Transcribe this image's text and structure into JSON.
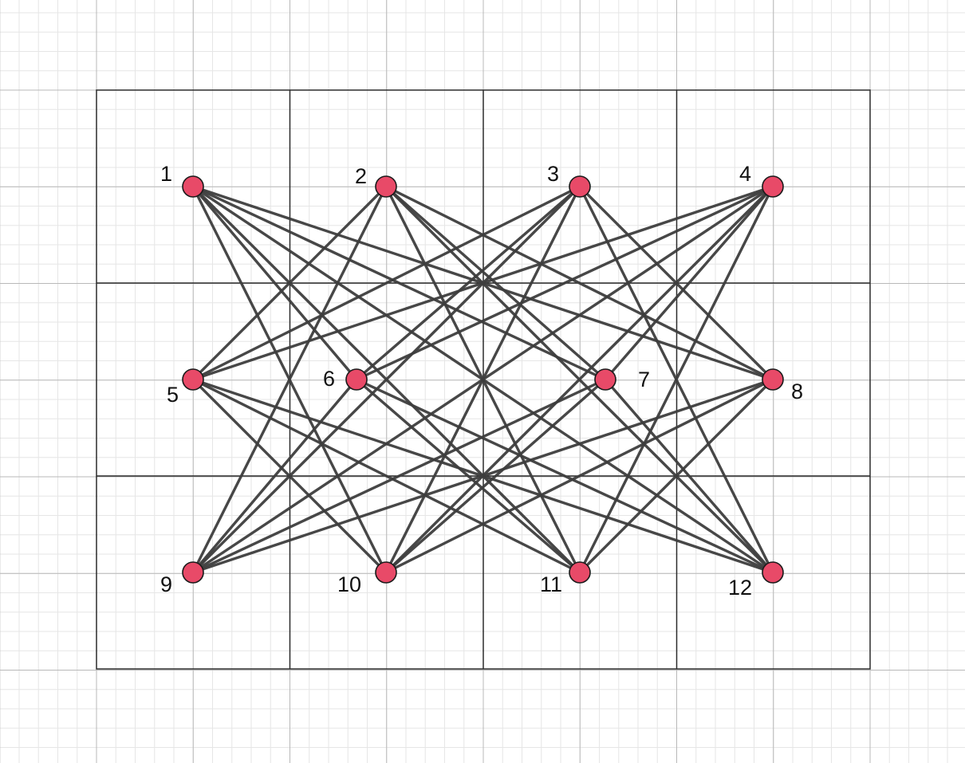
{
  "colors": {
    "vertex_fill": "#e84a68",
    "vertex_stroke": "#1a1a1a",
    "edge": "#3d3d3d",
    "grid_minor": "#e6e6e6",
    "grid_major": "#b8b8b8",
    "board_lines": "#2b2b2b",
    "background": "#ffffff"
  },
  "graph": {
    "vertices": [
      {
        "id": 1,
        "label": "1",
        "row": "top",
        "label_side": "upper-left"
      },
      {
        "id": 2,
        "label": "2",
        "row": "top",
        "label_side": "upper-left"
      },
      {
        "id": 3,
        "label": "3",
        "row": "top",
        "label_side": "upper-left"
      },
      {
        "id": 4,
        "label": "4",
        "row": "top",
        "label_side": "upper-left"
      },
      {
        "id": 5,
        "label": "5",
        "row": "middle",
        "label_side": "lower-left"
      },
      {
        "id": 6,
        "label": "6",
        "row": "middle",
        "label_side": "left"
      },
      {
        "id": 7,
        "label": "7",
        "row": "middle",
        "label_side": "right"
      },
      {
        "id": 8,
        "label": "8",
        "row": "middle",
        "label_side": "lower-right"
      },
      {
        "id": 9,
        "label": "9",
        "row": "bottom",
        "label_side": "lower-left"
      },
      {
        "id": 10,
        "label": "10",
        "row": "bottom",
        "label_side": "lower-left"
      },
      {
        "id": 11,
        "label": "11",
        "row": "bottom",
        "label_side": "lower-left"
      },
      {
        "id": 12,
        "label": "12",
        "row": "bottom",
        "label_side": "lower-left"
      }
    ],
    "edges": [
      [
        1,
        6
      ],
      [
        1,
        7
      ],
      [
        1,
        8
      ],
      [
        1,
        10
      ],
      [
        1,
        11
      ],
      [
        1,
        12
      ],
      [
        2,
        5
      ],
      [
        2,
        7
      ],
      [
        2,
        8
      ],
      [
        2,
        9
      ],
      [
        2,
        11
      ],
      [
        2,
        12
      ],
      [
        3,
        5
      ],
      [
        3,
        6
      ],
      [
        3,
        8
      ],
      [
        3,
        9
      ],
      [
        3,
        10
      ],
      [
        3,
        12
      ],
      [
        4,
        5
      ],
      [
        4,
        6
      ],
      [
        4,
        7
      ],
      [
        4,
        9
      ],
      [
        4,
        10
      ],
      [
        4,
        11
      ],
      [
        5,
        10
      ],
      [
        5,
        11
      ],
      [
        5,
        12
      ],
      [
        6,
        9
      ],
      [
        6,
        11
      ],
      [
        6,
        12
      ],
      [
        7,
        9
      ],
      [
        7,
        10
      ],
      [
        7,
        12
      ],
      [
        8,
        9
      ],
      [
        8,
        10
      ],
      [
        8,
        11
      ]
    ]
  }
}
